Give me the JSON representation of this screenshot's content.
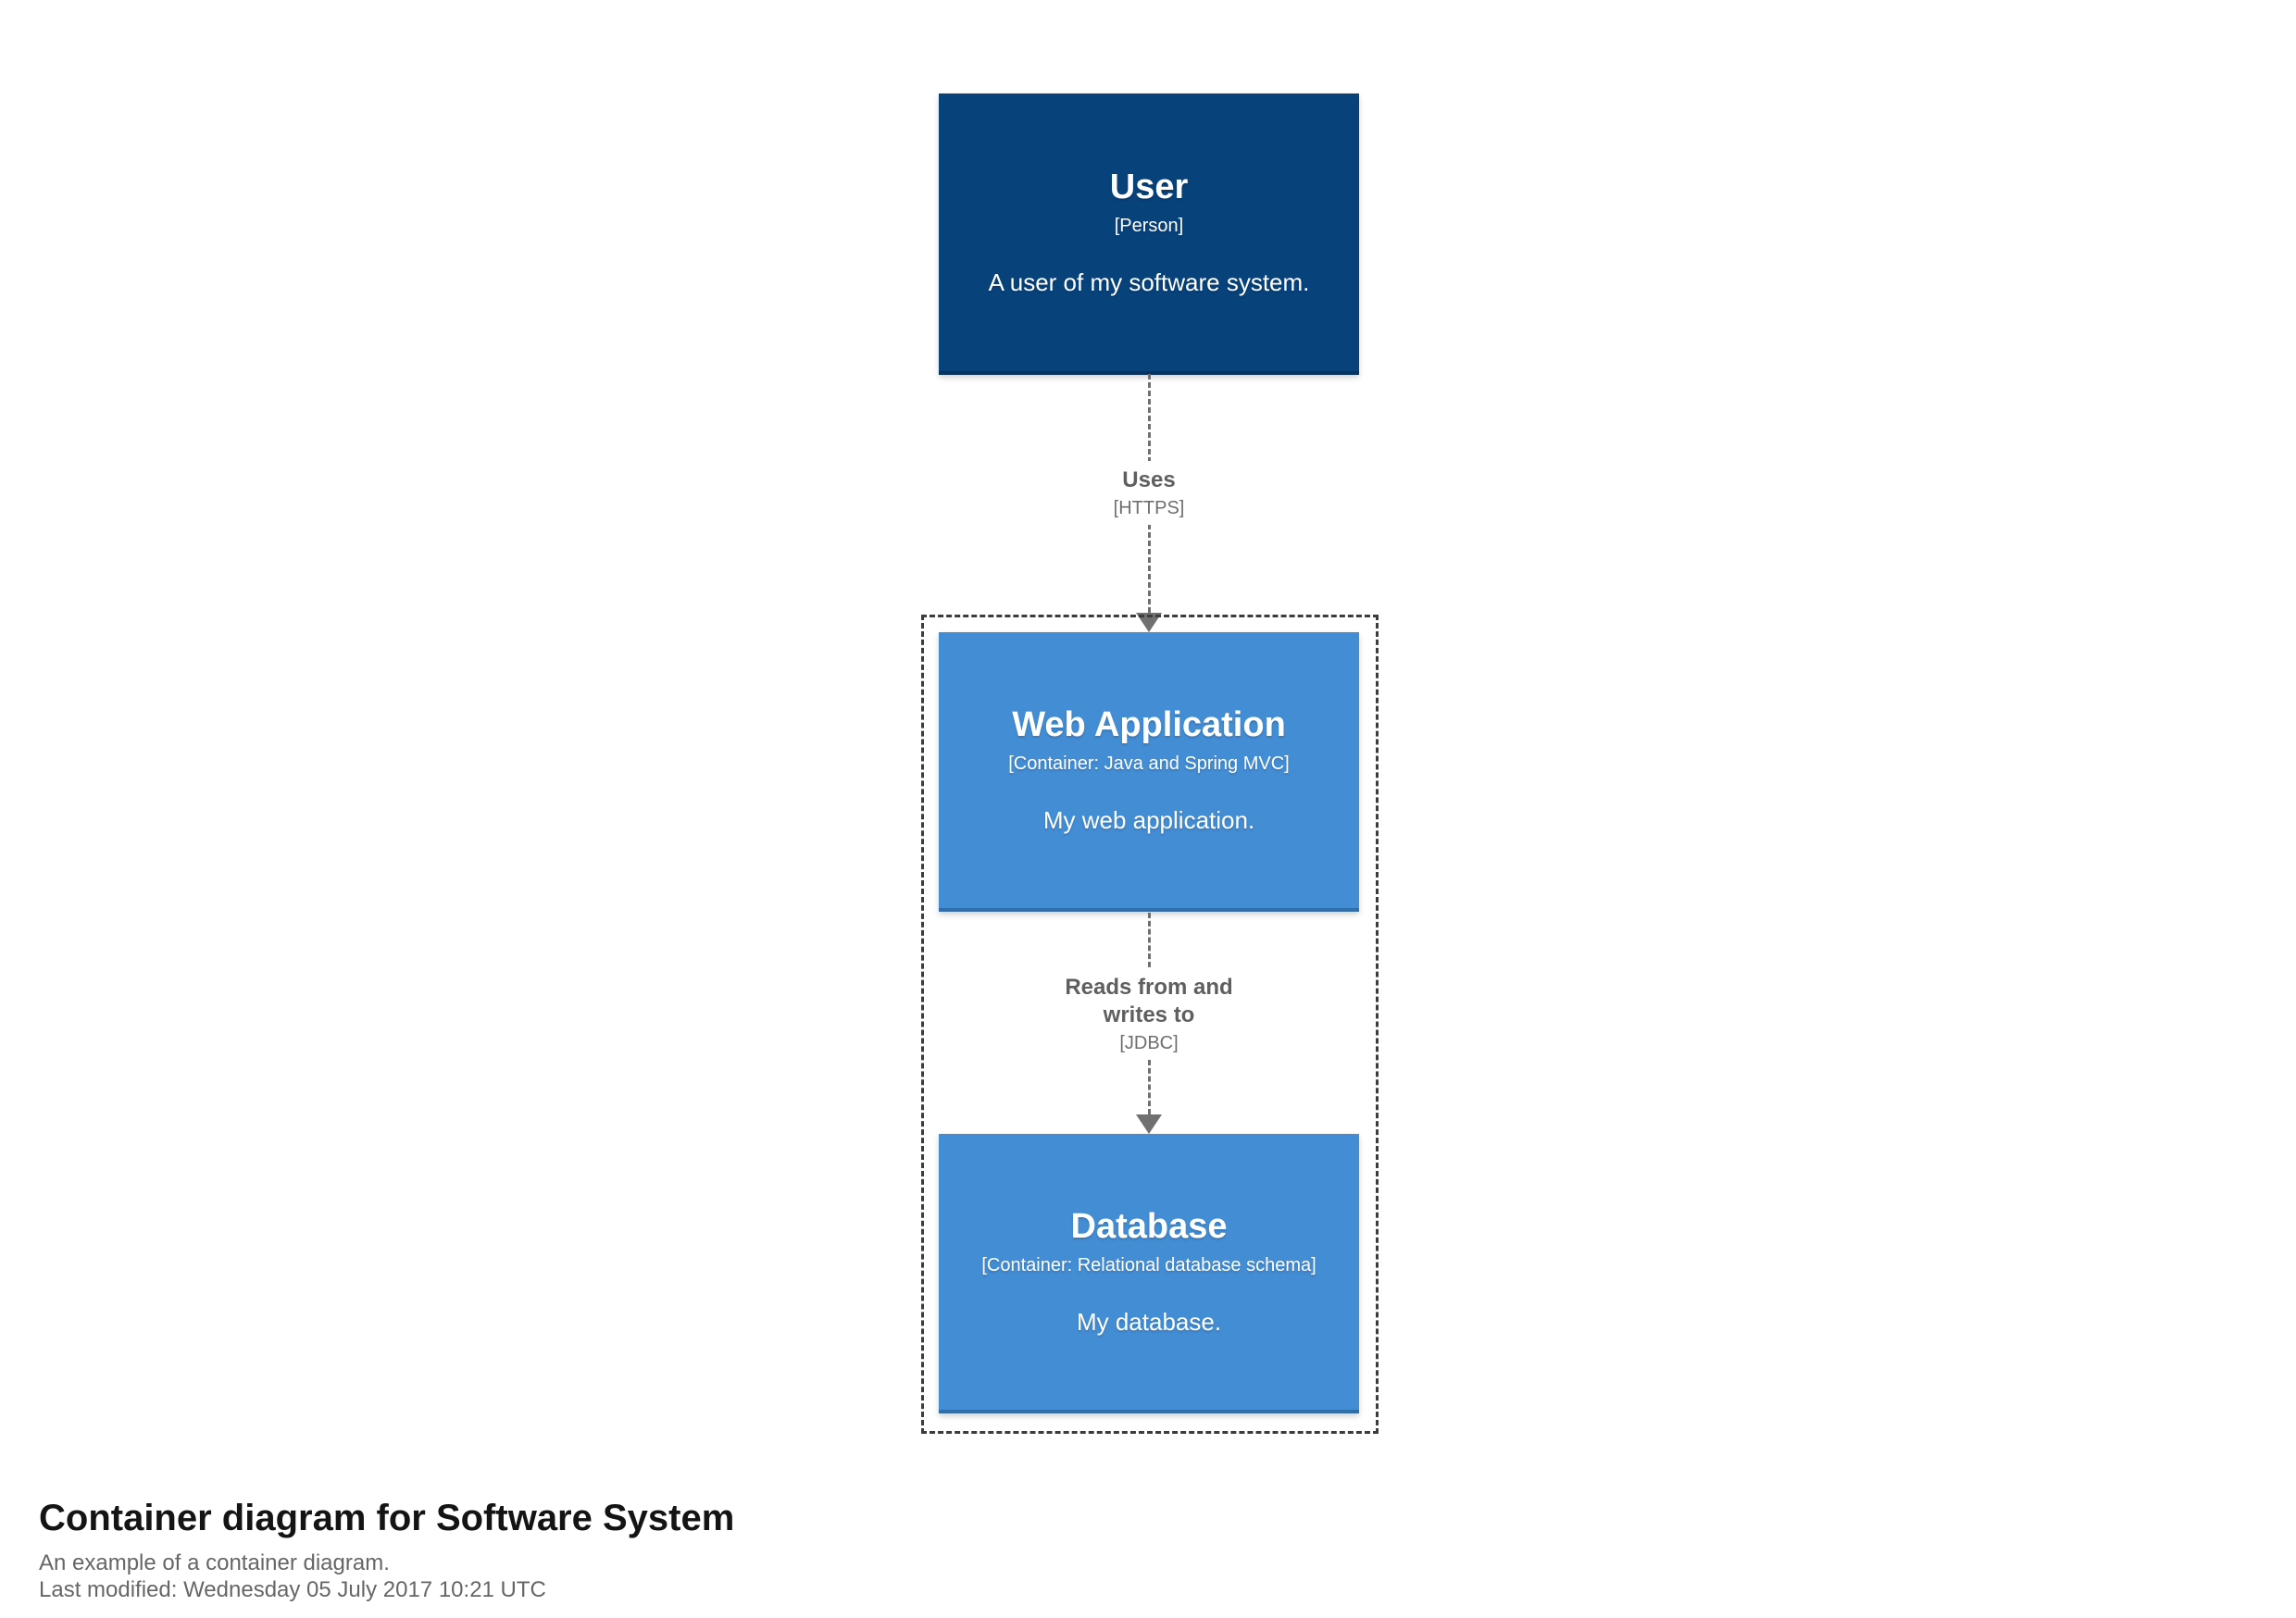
{
  "colors": {
    "person_bg": "#08427b",
    "container_bg": "#438dd5",
    "node_text": "#ffffff",
    "relationship_line": "#707070",
    "relationship_name_text": "#5f5f5f",
    "relationship_meta_text": "#6e6e6e",
    "boundary_border": "#3c3c3c",
    "title_text": "#141414",
    "subtitle_text": "#666666"
  },
  "nodes": {
    "user": {
      "name": "User",
      "meta": "[Person]",
      "description": "A user of my software system."
    },
    "web_application": {
      "name": "Web Application",
      "meta": "[Container: Java and Spring MVC]",
      "description": "My web application."
    },
    "database": {
      "name": "Database",
      "meta": "[Container: Relational database schema]",
      "description": "My database."
    }
  },
  "relationships": {
    "user_to_web_application": {
      "name": "Uses",
      "meta": "[HTTPS]"
    },
    "web_application_to_database": {
      "name": "Reads from and writes to",
      "meta": "[JDBC]"
    }
  },
  "footer": {
    "title": "Container diagram for Software System",
    "subtitle": "An example of a container diagram.",
    "last_modified": "Last modified: Wednesday 05 July 2017 10:21 UTC"
  }
}
